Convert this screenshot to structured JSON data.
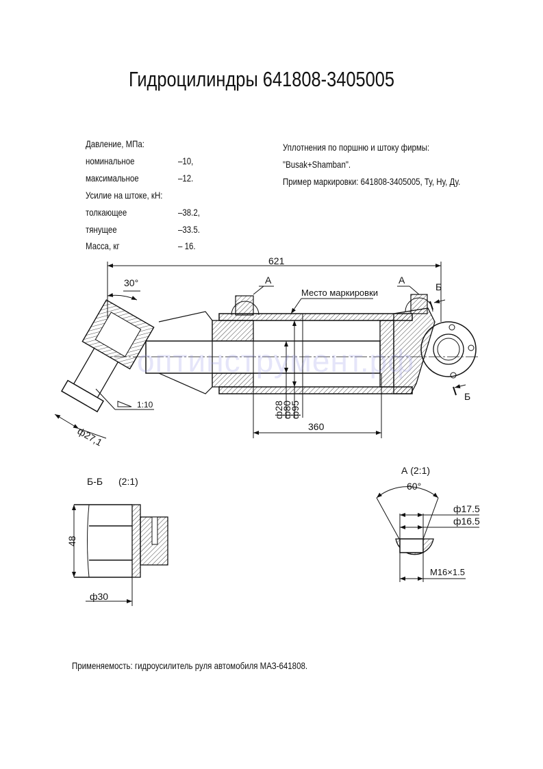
{
  "title": "Гидроцилиндры 641808-3405005",
  "specs": {
    "pressure_label": "Давление, МПа:",
    "rows": [
      {
        "label": "номинальное",
        "value": "–10,"
      },
      {
        "label": "максимальное",
        "value": "–12."
      }
    ],
    "force_label": "Усилие на штоке, кН:",
    "force_rows": [
      {
        "label": "толкающее",
        "value": "–38.2,"
      },
      {
        "label": "тянущее",
        "value": "–33.5."
      }
    ],
    "mass": {
      "label": "Масса, кг",
      "value": "– 16."
    }
  },
  "notes": {
    "line1": "Уплотнения по поршню и штоку фирмы:",
    "line2": "\"Busak+Shamban\".",
    "line3": "Пример маркировки: 641808-3405005, Ту, Ну, Ду."
  },
  "main_view": {
    "overall_length": "621",
    "angle": "30°",
    "section_a_left": "А",
    "section_a_right": "А",
    "marking_place": "Место маркировки",
    "section_b_top": "Б",
    "section_b_bottom": "Б",
    "taper": "1:10",
    "diam_ball": "ф27,1",
    "diam_rod": "ф28",
    "diam_piston": "ф80",
    "diam_tube": "ф95",
    "stroke": "360"
  },
  "section_bb": {
    "title": "Б-Б",
    "scale": "(2:1)",
    "height": "48",
    "diameter": "ф30"
  },
  "detail_a": {
    "title": "А (2:1)",
    "angle": "60°",
    "d1": "ф17.5",
    "d2": "ф16.5",
    "thread": "М16×1.5"
  },
  "footer": "Применяемость: гидроусилитель руля автомобиля МАЗ-641808.",
  "watermark": "оптинструмент.рф"
}
